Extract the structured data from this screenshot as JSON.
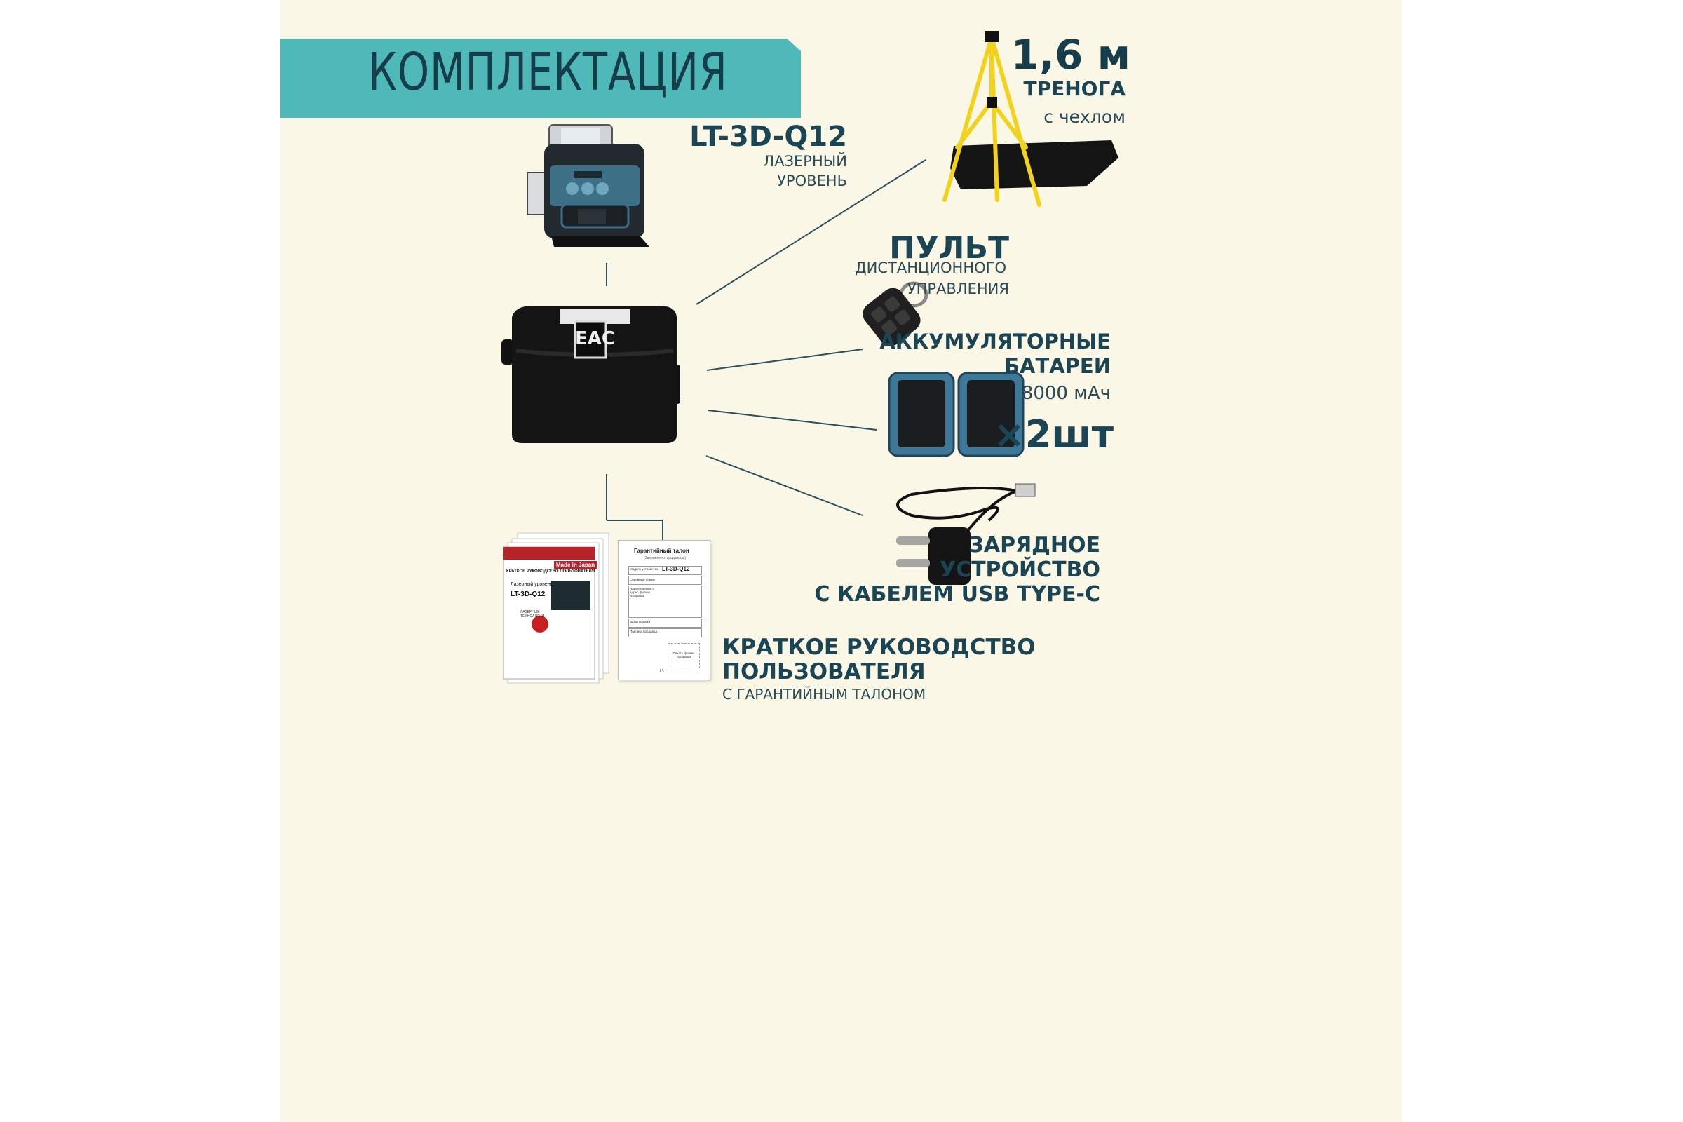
{
  "banner": {
    "title": "КОМПЛЕКТАЦИЯ"
  },
  "laser": {
    "model": "LT-3D-Q12",
    "line1": "ЛАЗЕРНЫЙ",
    "line2": "УРОВЕНЬ"
  },
  "tripod": {
    "size": "1,6 м",
    "title": "ТРЕНОГА",
    "subtitle": "с чехлом"
  },
  "remote": {
    "title": "ПУЛЬТ",
    "line1": "ДИСТАНЦИОННОГО",
    "line2": "УПРАВЛЕНИЯ"
  },
  "battery": {
    "line1": "АККУМУЛЯТОРНЫЕ",
    "line2": "БАТАРЕИ",
    "capacity": "8000 мАч",
    "count": "×2шт"
  },
  "charger": {
    "line1": "ЗАРЯДНОЕ",
    "line2": "УСТРОЙСТВО",
    "line3": "С КАБЕЛЕМ USB TYPE-C"
  },
  "manual": {
    "line1": "КРАТКОЕ РУКОВОДСТВО",
    "line2": "ПОЛЬЗОВАТЕЛЯ",
    "line3": "С ГАРАНТИЙНЫМ ТАЛОНОМ"
  },
  "case": {
    "logo": "EAC"
  },
  "booklet": {
    "header": "Made in Japan",
    "title": "КРАТКОЕ РУКОВОДСТВО ПОЛЬЗОВАТЕЛЯ",
    "product": "Лазерный уровень",
    "model": "LT-3D-Q12",
    "brand": "ЛАЗЕРНЫЕ ТЕХНОЛОГИИ"
  },
  "warranty": {
    "title": "Гарантийный талон",
    "subtitle": "(Заполняется продавцом)",
    "model_label": "Модель устройства",
    "model": "LT-3D-Q12",
    "serial_label": "Серийный номер",
    "seller_label": "Наименование и адрес фирмы продавца",
    "date_label": "Дата продажи",
    "sign_label": "Подпись продавца",
    "stamp": "Печать фирмы продавца",
    "page": "13"
  },
  "colors": {
    "teal_banner": "#4fb8b8",
    "dark_text": "#1b4555",
    "background": "#fbf7e6",
    "tripod_yellow": "#f2d21a"
  }
}
